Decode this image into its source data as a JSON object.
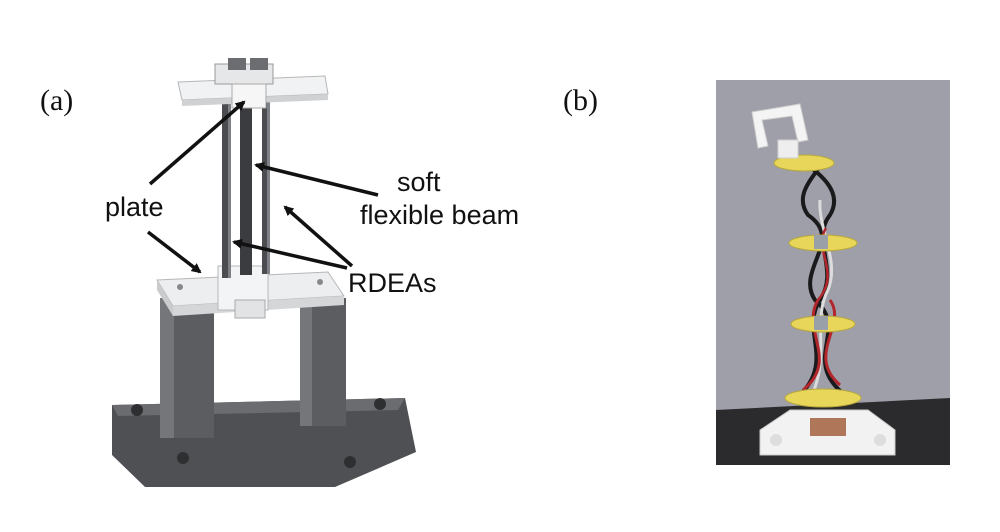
{
  "panel_a": {
    "label": "(a)",
    "annotations": {
      "plate": "plate",
      "soft_line1": "soft",
      "soft_line2": "flexible beam",
      "rdeas": "RDEAs"
    }
  },
  "panel_b": {
    "label": "(b)"
  },
  "colors": {
    "base_dark": "#55575a",
    "plate_light": "#e9eaeb",
    "beam": "#3a3c3f",
    "photo_bg": "#9c9ba6",
    "yellow_disk": "#e7d65a",
    "red_wire": "#b3262b"
  }
}
